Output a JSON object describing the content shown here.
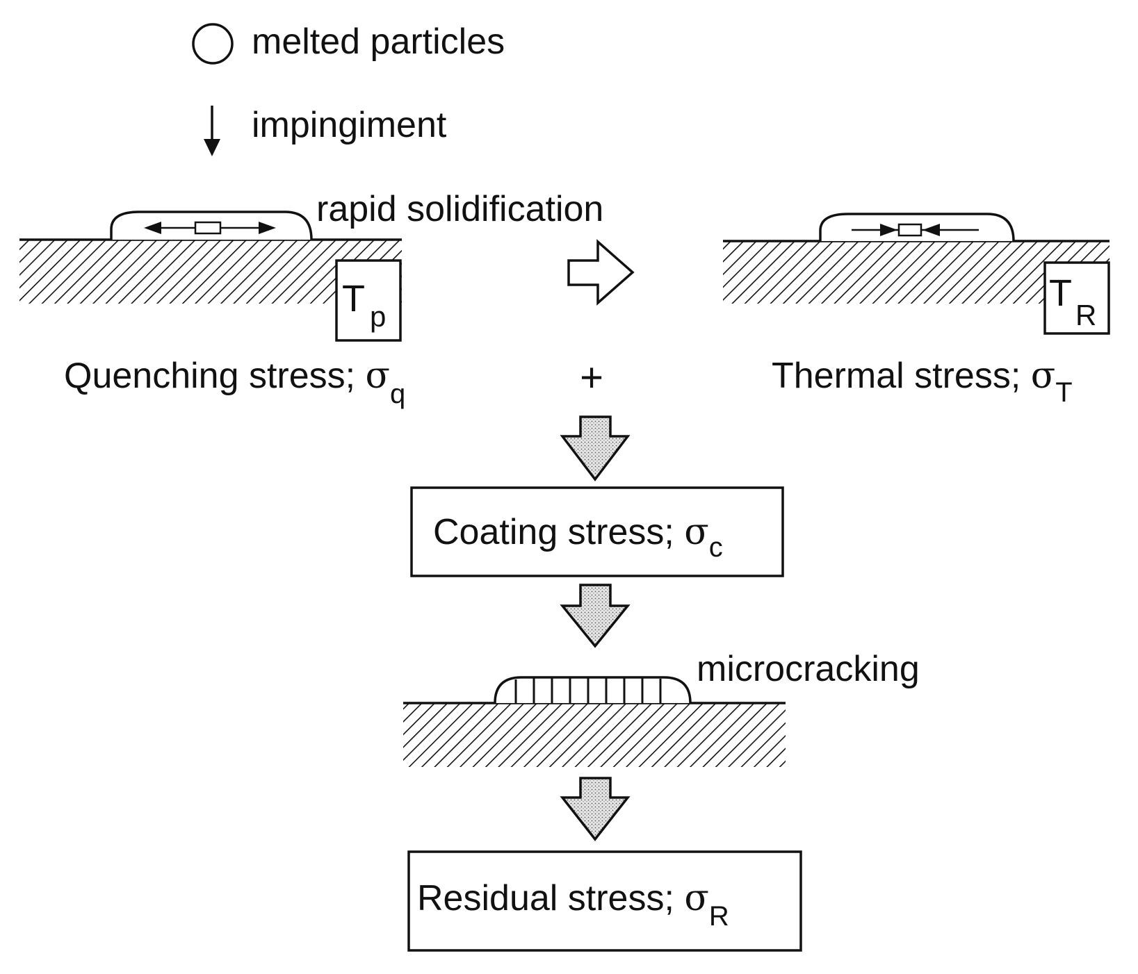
{
  "legend": {
    "particle_label": "melted particles",
    "impinge_label": "impingiment"
  },
  "left_stage": {
    "process_label": "rapid solidification",
    "temp_main": "T",
    "temp_sub": "p",
    "stress_label": "Quenching stress; ",
    "stress_symbol": "σ",
    "stress_sub": "q"
  },
  "right_stage": {
    "temp_main": "T",
    "temp_sub": "R",
    "stress_label": "Thermal stress; ",
    "stress_symbol": "σ",
    "stress_sub": "T"
  },
  "plus_sign": "+",
  "coating_box": {
    "label": "Coating stress; ",
    "symbol": "σ",
    "sub": "c"
  },
  "crack_stage": {
    "label": "microcracking"
  },
  "residual_box": {
    "label": "Residual stress; ",
    "symbol": "σ",
    "sub": "R"
  },
  "colors": {
    "ink": "#111111",
    "arrow_fill": "#d9d9d9",
    "background": "#ffffff"
  }
}
